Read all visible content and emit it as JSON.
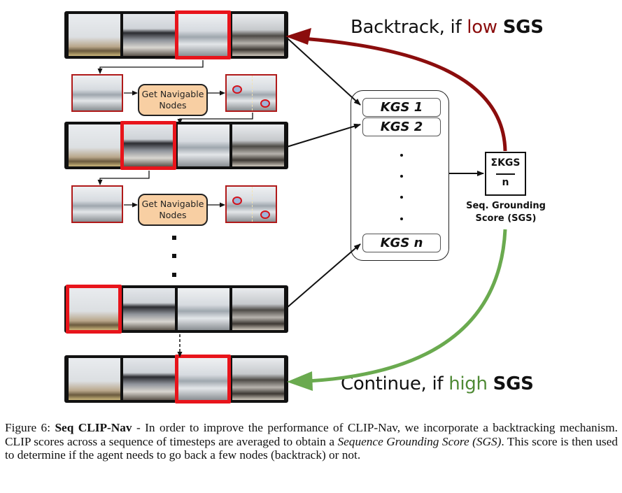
{
  "figure": {
    "labels": {
      "backtrack_prefix": "Backtrack, if ",
      "backtrack_level": "low",
      "backtrack_metric": "SGS",
      "continue_prefix": "Continue, if ",
      "continue_level": "high",
      "continue_metric": "SGS"
    },
    "get_navigable_nodes": [
      "Get Navigable Nodes",
      "Get Navigable Nodes"
    ],
    "kgs_cells": [
      "KGS 1",
      "KGS 2",
      "KGS n"
    ],
    "sgs": {
      "numerator": "ΣKGS",
      "denominator": "n",
      "caption_line1": "Seq. Grounding",
      "caption_line2": "Score (SGS)"
    },
    "panorama_rows": [
      {
        "row": 1,
        "highlighted_view": 3,
        "views": 4
      },
      {
        "row": 2,
        "highlighted_view": 2,
        "views": 4
      },
      {
        "row": 3,
        "highlighted_view": 1,
        "views": 4
      },
      {
        "row": 4,
        "highlighted_view": 3,
        "views": 4
      }
    ],
    "colors": {
      "highlight": "#e8141b",
      "backtrack_arrow": "#8b0d0d",
      "continue_arrow": "#6aaa4f",
      "node_box_fill": "#f8cfa3"
    }
  },
  "caption": {
    "label": "Figure 6:",
    "title": "Seq CLIP-Nav",
    "text1": " - In order to improve the performance of CLIP-Nav, we incorporate a backtracking mechanism.  CLIP scores across a sequence of timesteps are averaged to obtain a ",
    "italic": "Sequence Grounding Score (SGS)",
    "text2": ". This score is then used to determine if the agent needs to go back a few nodes (backtrack) or not."
  }
}
